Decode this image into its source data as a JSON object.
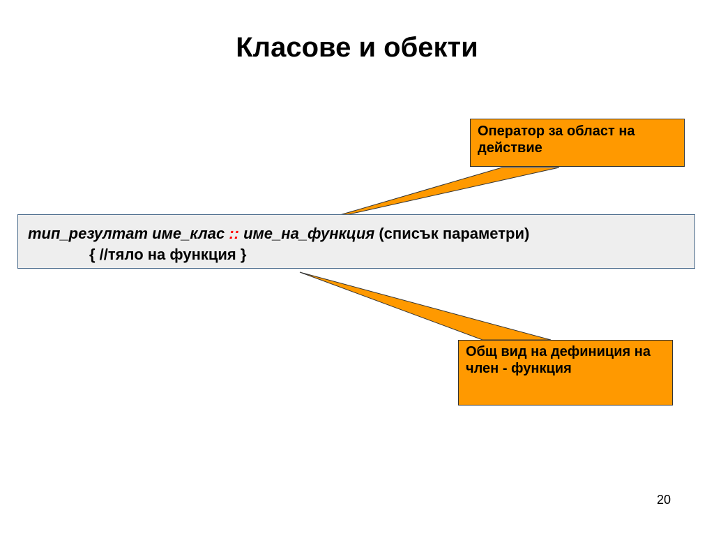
{
  "slide": {
    "title": "Класове и обекти",
    "page_number": "20"
  },
  "code": {
    "line1": {
      "return_type": "тип_резултат",
      "class_name": "име_клас",
      "scope_operator": "::",
      "function_name": "име_на_функция",
      "params": "(списък параметри)"
    },
    "line2": "{ //тяло на функция }"
  },
  "callouts": {
    "scope_label": "Оператор за област на действие",
    "definition_label": "Общ вид на дефиниция на член - функция"
  },
  "colors": {
    "callout_fill": "#ff9900",
    "scope_operator": "#ff0000",
    "code_box_fill": "#eeeeee"
  }
}
